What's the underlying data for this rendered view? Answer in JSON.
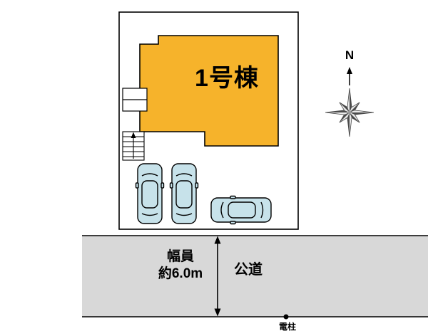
{
  "colors": {
    "building": "#F6B32B",
    "car": "#C7E2EA",
    "road": "#D8D8D8",
    "line": "#000000",
    "compass_light": "#EAEAEA",
    "compass_dark": "#4B4B4B"
  },
  "plan": {
    "building_label": "1号棟",
    "road_label": "公道",
    "road_width_label_line1": "幅員",
    "road_width_label_line2": "約6.0m",
    "north_label": "N",
    "utility_pole_label": "電柱"
  }
}
